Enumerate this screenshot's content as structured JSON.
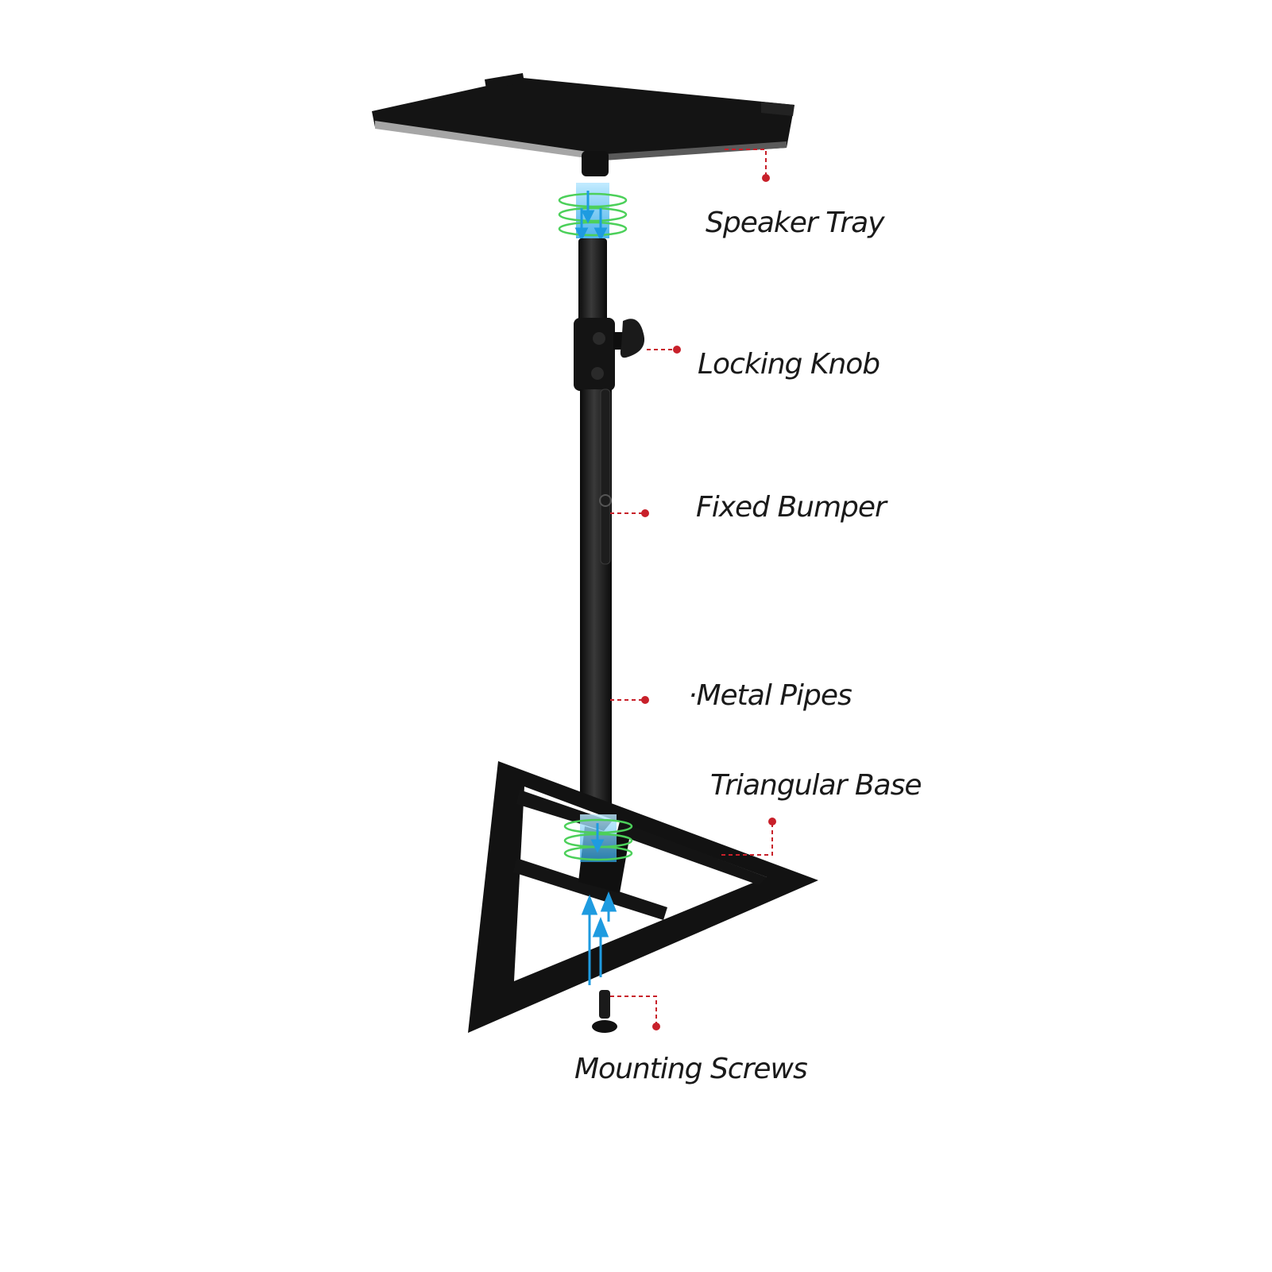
{
  "labels": {
    "speaker_tray": "Speaker Tray",
    "locking_knob": "Locking Knob",
    "fixed_bumper": "Fixed Bumper",
    "metal_pipes": "·Metal Pipes",
    "triangular_base": "Triangular Base",
    "mounting_screws": "Mounting Screws"
  },
  "colors": {
    "leader": "#c8202a",
    "stand": "#151515",
    "tray_edge": "#9a9a9a",
    "arrow": "#1e9be0",
    "ring": "#4cd05a",
    "glow": "#7fd3ff",
    "text": "#1a1a1a"
  }
}
